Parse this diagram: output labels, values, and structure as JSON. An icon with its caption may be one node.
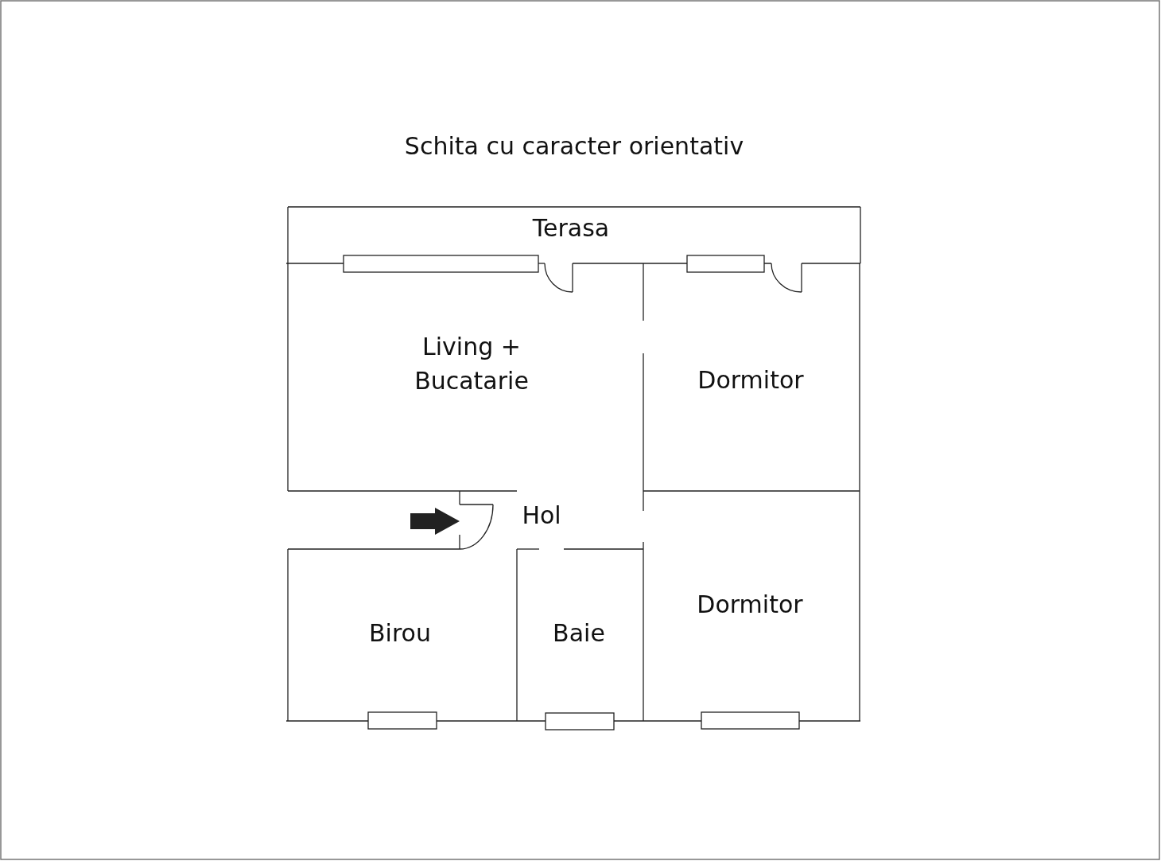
{
  "diagram": {
    "title": "Schita cu caracter orientativ",
    "labels": [
      "Terasa",
      "Living + Bucatarie",
      "Dormitor",
      "Hol",
      "Dormitor",
      "Birou",
      "Baie"
    ]
  }
}
